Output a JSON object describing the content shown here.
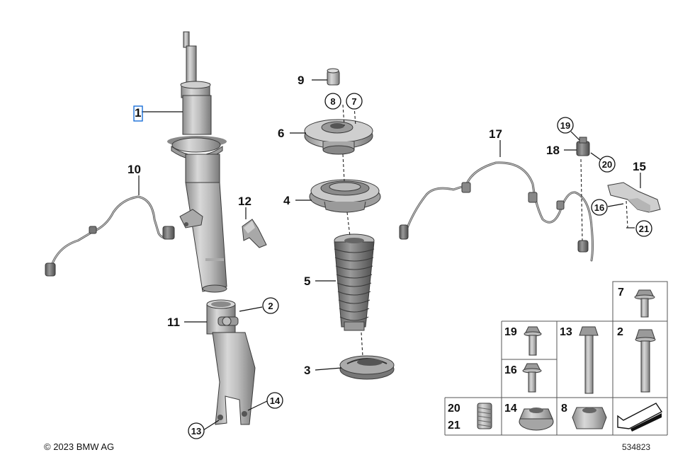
{
  "labels": {
    "p1": "1",
    "p2": "2",
    "p3": "3",
    "p4": "4",
    "p5": "5",
    "p6": "6",
    "p7": "7",
    "p8": "8",
    "p9": "9",
    "p10": "10",
    "p11": "11",
    "p12": "12",
    "p13": "13",
    "p14": "14",
    "p15": "15",
    "p16": "16",
    "p17": "17",
    "p18": "18",
    "p19": "19",
    "p20": "20",
    "p21": "21"
  },
  "grid": {
    "g7": "7",
    "g19": "19",
    "g13": "13",
    "g2": "2",
    "g16": "16",
    "g20": "20",
    "g21": "21",
    "g14": "14",
    "g8": "8"
  },
  "footer": {
    "copyright": "© 2023 BMW AG",
    "ref_number": "534823"
  }
}
